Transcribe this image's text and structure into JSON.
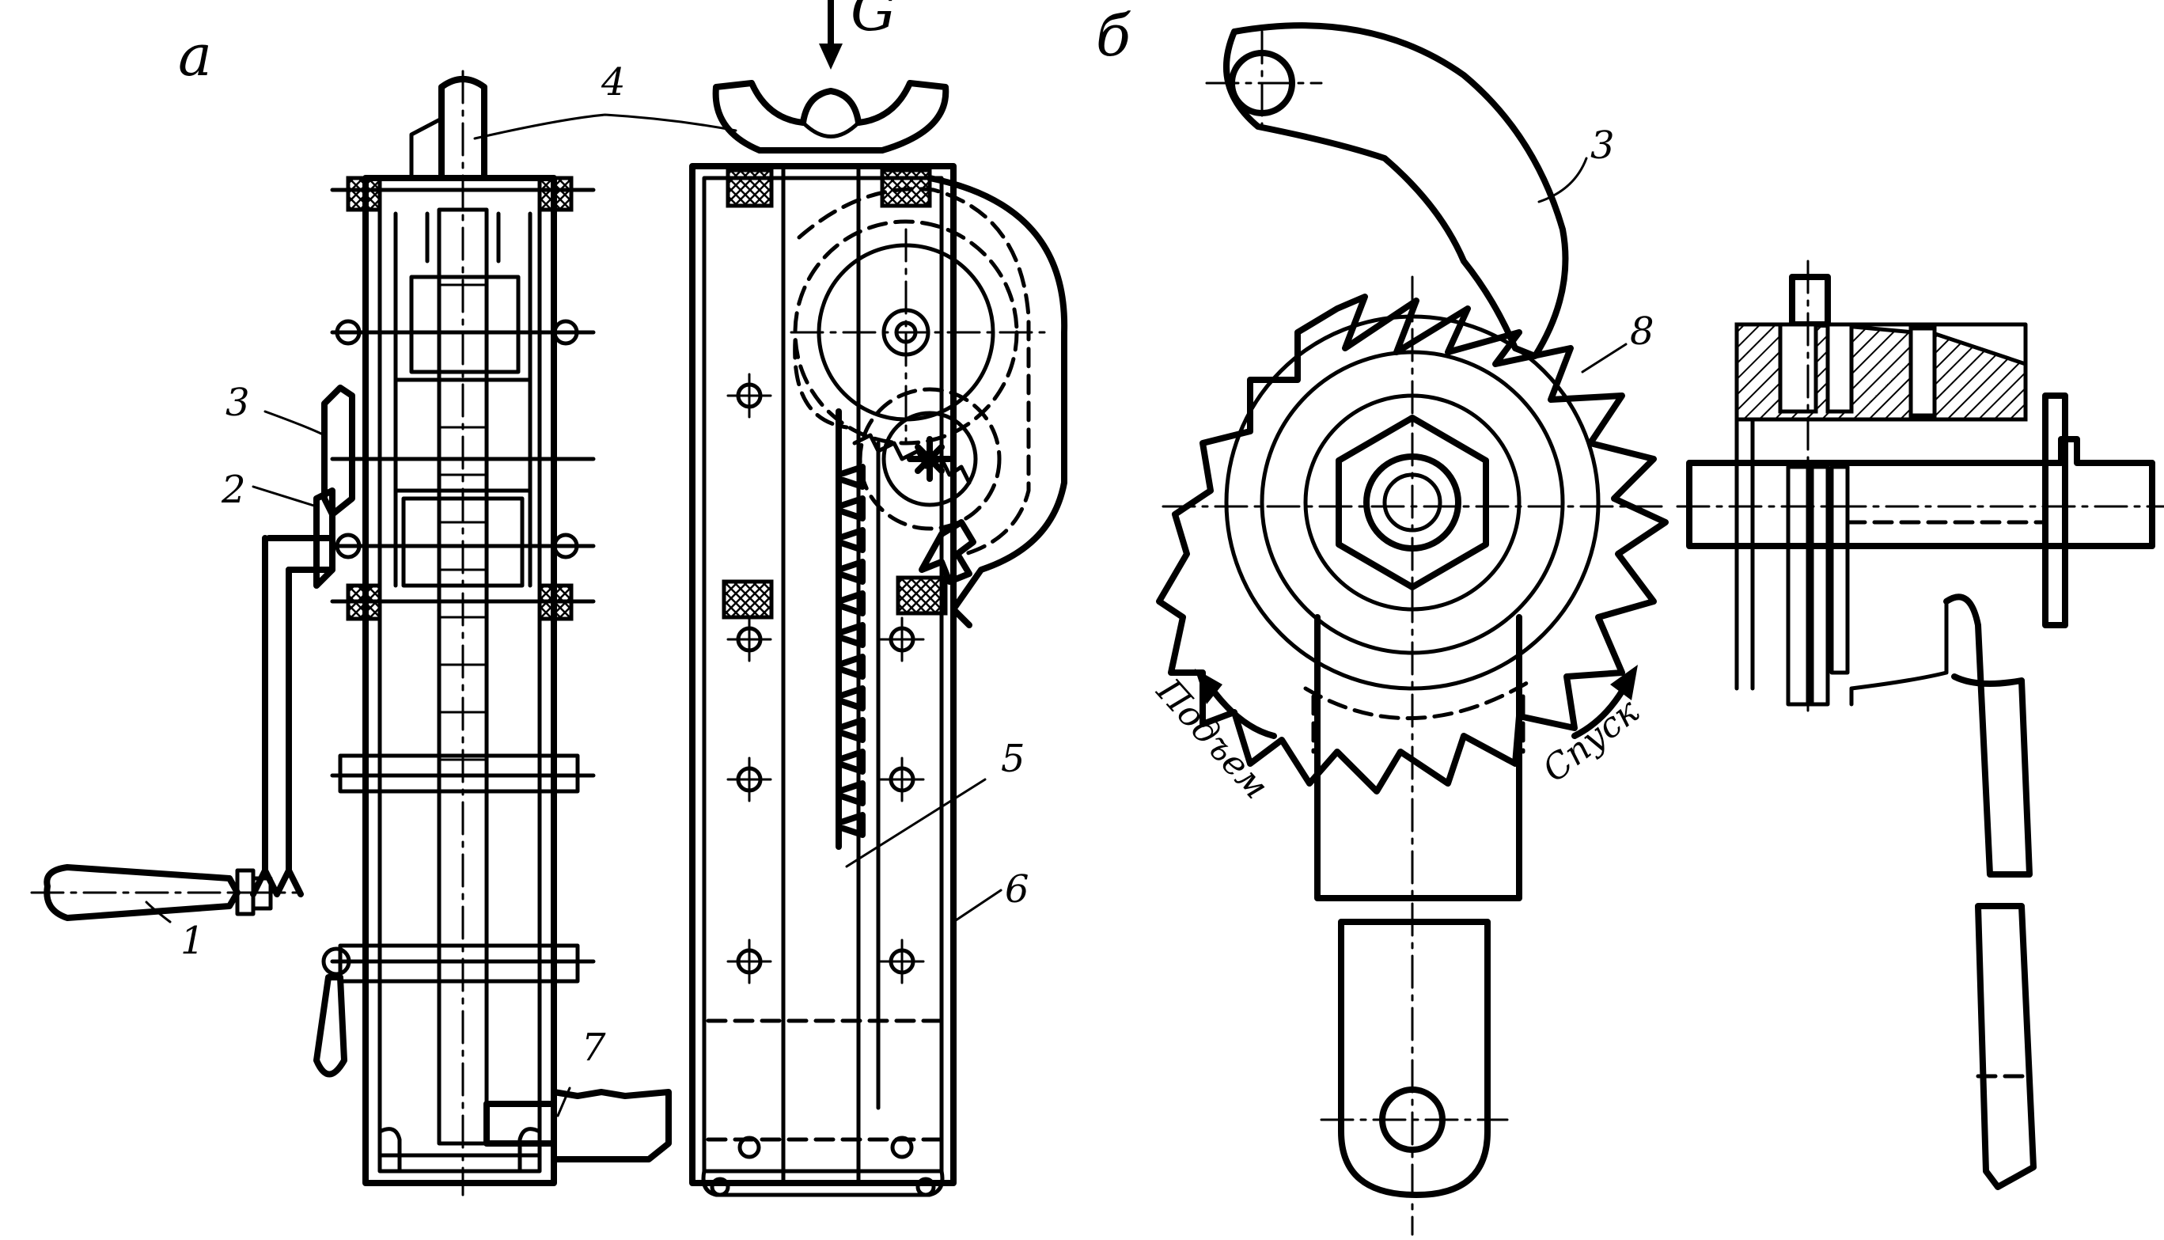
{
  "labels": {
    "view_a": "а",
    "view_b": "б",
    "load": "G",
    "part_1": "1",
    "part_2": "2",
    "part_3": "3",
    "part_4": "4",
    "part_5": "5",
    "part_6": "6",
    "part_7": "7",
    "part_8": "8",
    "part_3b": "3",
    "lift": "Подъем",
    "lower": "Спуск"
  }
}
